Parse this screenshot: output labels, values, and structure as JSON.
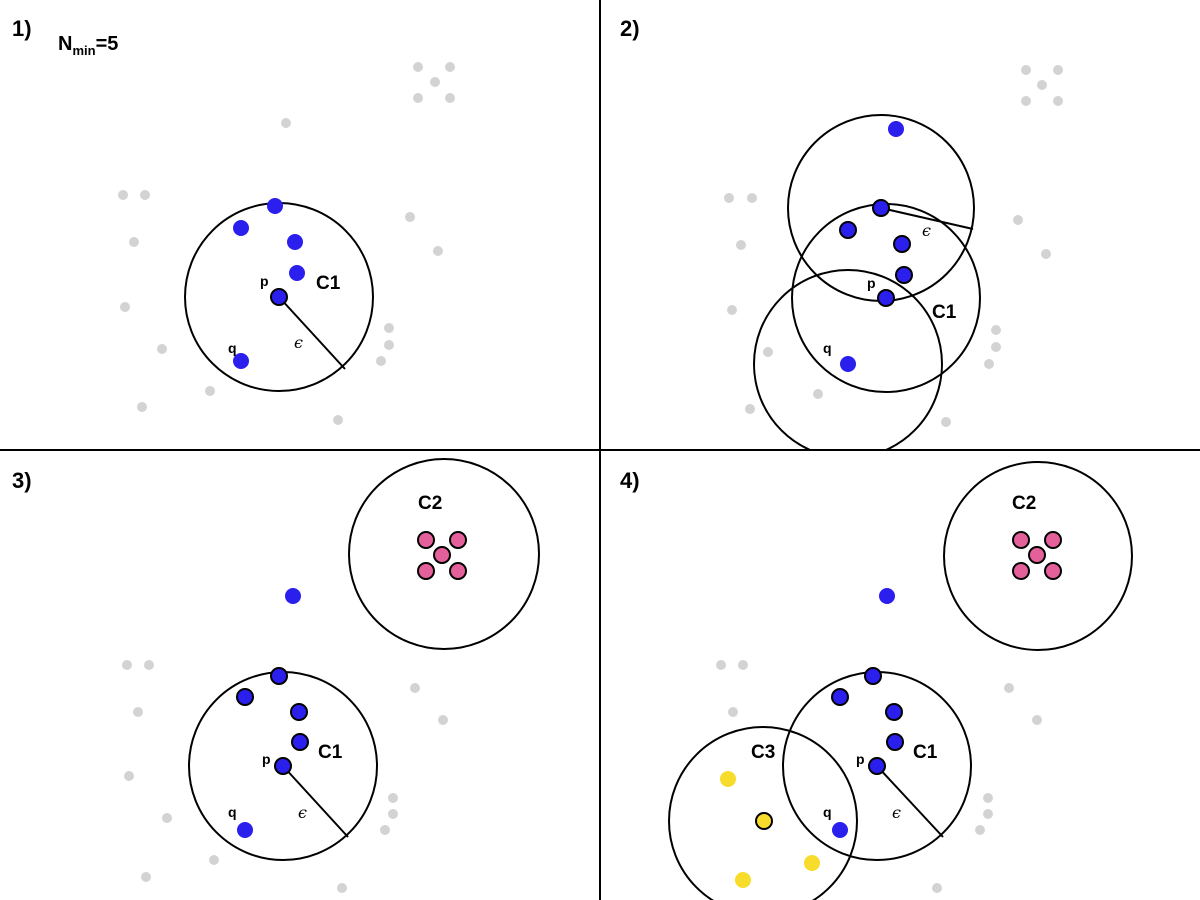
{
  "title": {
    "n": "N",
    "sub": "min",
    "rest": "=5"
  },
  "colors": {
    "noise": "#d3d3d3",
    "cluster1": "#2b1fee",
    "cluster2": "#e4609a",
    "cluster3": "#f7dc2c",
    "line": "#000000",
    "background": "#ffffff"
  },
  "symbols": {
    "epsilon": "ϵ"
  },
  "panels": [
    {
      "label": "1)",
      "circles": [
        {
          "label": "C1"
        }
      ],
      "point_labels": [
        "p",
        "q"
      ]
    },
    {
      "label": "2)",
      "circles": [
        {
          "label": "C1"
        }
      ],
      "point_labels": [
        "p",
        "q"
      ]
    },
    {
      "label": "3)",
      "circles": [
        {
          "label": "C1"
        },
        {
          "label": "C2"
        }
      ],
      "point_labels": [
        "p",
        "q"
      ]
    },
    {
      "label": "4)",
      "circles": [
        {
          "label": "C1"
        },
        {
          "label": "C2"
        },
        {
          "label": "C3"
        }
      ],
      "point_labels": [
        "p",
        "q"
      ]
    }
  ]
}
